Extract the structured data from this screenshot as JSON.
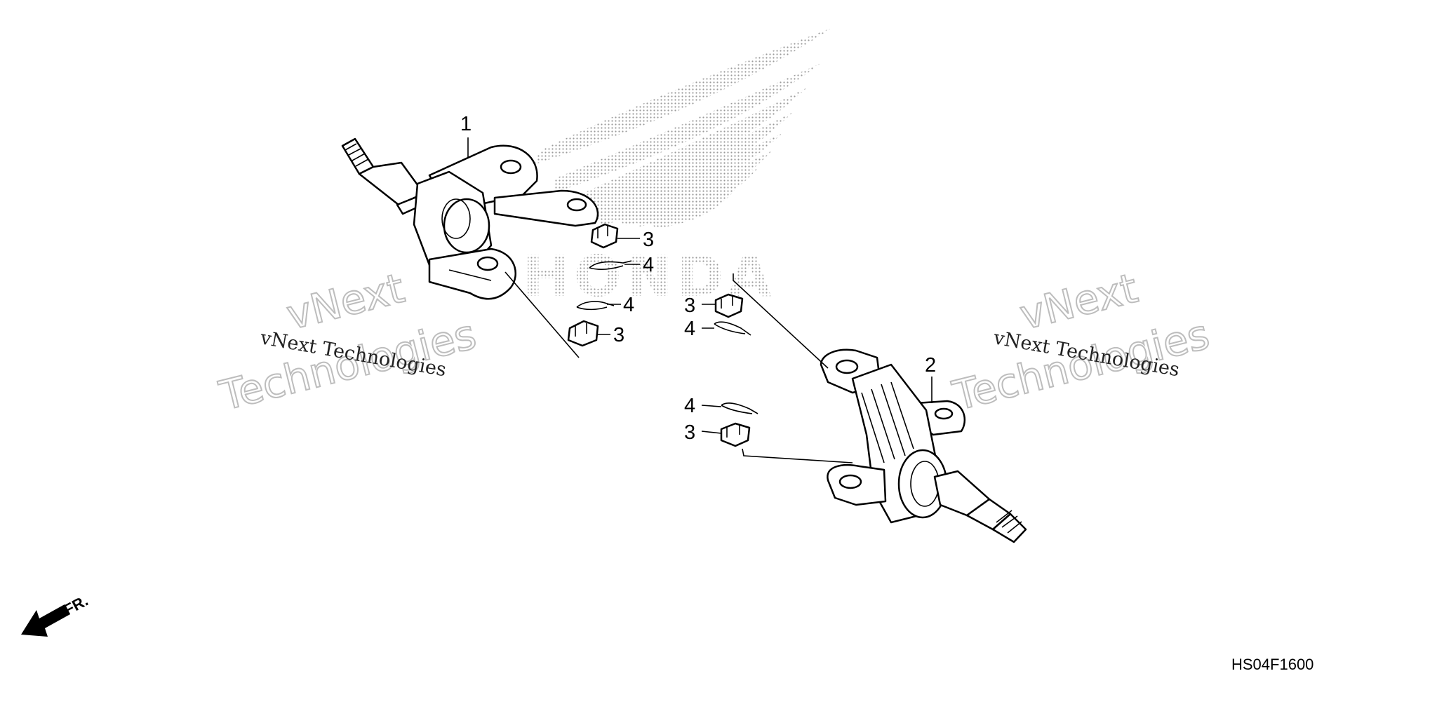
{
  "callouts": {
    "c1": "1",
    "c2": "2",
    "c3a": "3",
    "c3b": "3",
    "c3c": "3",
    "c3d": "3",
    "c4a": "4",
    "c4b": "4",
    "c4c": "4",
    "c4d": "4"
  },
  "direction_label": "FR.",
  "diagram_code": "HS04F1600",
  "watermark": {
    "line_small": "vNext Technologies",
    "line_big_1": "vNext",
    "line_big_2": "Technologies"
  },
  "logo_text": "HONDA",
  "colors": {
    "ink": "#000000",
    "dots": "#9a9a9a",
    "watermark": "#bdbdbd"
  }
}
